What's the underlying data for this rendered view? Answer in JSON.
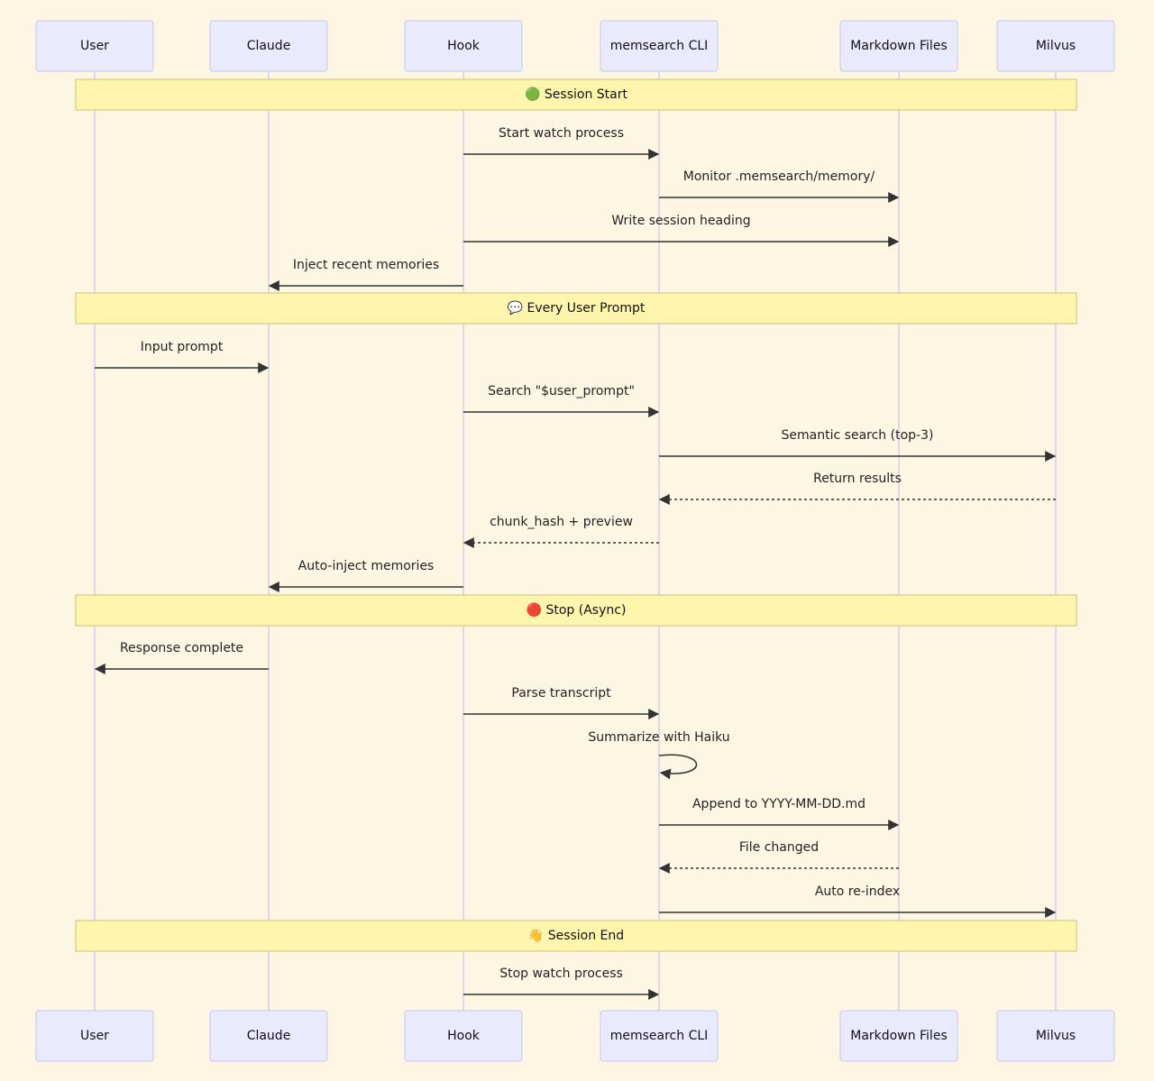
{
  "colors": {
    "background": "#fdf6e3",
    "actor_fill": "#eaeaff",
    "lifeline": "#d9ccee",
    "note_fill": "#fff5ad",
    "arrow": "#333333"
  },
  "actors": [
    {
      "id": "user",
      "label": "User"
    },
    {
      "id": "claude",
      "label": "Claude"
    },
    {
      "id": "hook",
      "label": "Hook"
    },
    {
      "id": "cli",
      "label": "memsearch CLI"
    },
    {
      "id": "md",
      "label": "Markdown Files"
    },
    {
      "id": "milvus",
      "label": "Milvus"
    }
  ],
  "sections": [
    {
      "icon": "green-circle-icon",
      "label": "🟢 Session Start"
    },
    {
      "icon": "speech-bubble-icon",
      "label": "💬 Every User Prompt"
    },
    {
      "icon": "red-circle-icon",
      "label": "🔴 Stop (Async)"
    },
    {
      "icon": "waving-hand-icon",
      "label": "👋 Session End"
    }
  ],
  "messages": [
    {
      "from": "hook",
      "to": "cli",
      "label": "Start watch process",
      "style": "solid"
    },
    {
      "from": "cli",
      "to": "md",
      "label": "Monitor .memsearch/memory/",
      "style": "solid"
    },
    {
      "from": "hook",
      "to": "md",
      "label": "Write session heading",
      "style": "solid"
    },
    {
      "from": "hook",
      "to": "claude",
      "label": "Inject recent memories",
      "style": "solid"
    },
    {
      "from": "user",
      "to": "claude",
      "label": "Input prompt",
      "style": "solid"
    },
    {
      "from": "hook",
      "to": "cli",
      "label": "Search \"$user_prompt\"",
      "style": "solid"
    },
    {
      "from": "cli",
      "to": "milvus",
      "label": "Semantic search (top-3)",
      "style": "solid"
    },
    {
      "from": "milvus",
      "to": "cli",
      "label": "Return results",
      "style": "dashed"
    },
    {
      "from": "cli",
      "to": "hook",
      "label": "chunk_hash + preview",
      "style": "dashed"
    },
    {
      "from": "hook",
      "to": "claude",
      "label": "Auto-inject memories",
      "style": "solid"
    },
    {
      "from": "claude",
      "to": "user",
      "label": "Response complete",
      "style": "solid"
    },
    {
      "from": "hook",
      "to": "cli",
      "label": "Parse transcript",
      "style": "solid"
    },
    {
      "from": "cli",
      "to": "cli",
      "label": "Summarize with Haiku",
      "style": "solid"
    },
    {
      "from": "cli",
      "to": "md",
      "label": "Append to YYYY-MM-DD.md",
      "style": "solid"
    },
    {
      "from": "md",
      "to": "cli",
      "label": "File changed",
      "style": "dashed"
    },
    {
      "from": "cli",
      "to": "milvus",
      "label": "Auto re-index",
      "style": "solid"
    },
    {
      "from": "hook",
      "to": "cli",
      "label": "Stop watch process",
      "style": "solid"
    }
  ]
}
